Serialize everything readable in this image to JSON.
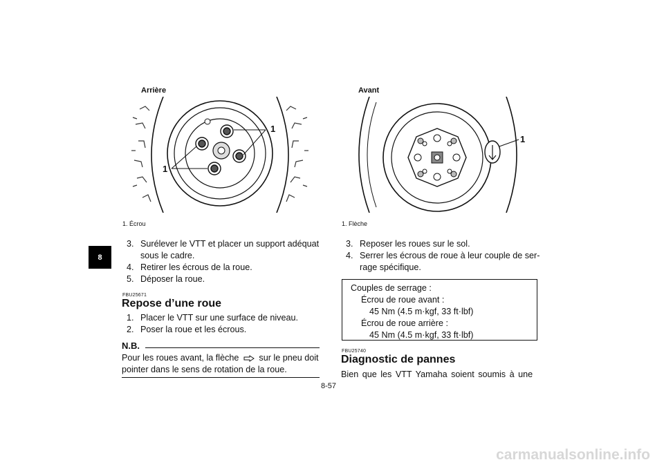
{
  "section_tab": "8",
  "left": {
    "figure": {
      "label": "Arrière",
      "callout": "1",
      "caption_num": "1.",
      "caption_text": "Écrou"
    },
    "steps": [
      {
        "num": "3.",
        "text": "Surélever le VTT et placer un support adéquat",
        "cont": "sous le cadre."
      },
      {
        "num": "4.",
        "text": "Retirer les écrous de la roue."
      },
      {
        "num": "5.",
        "text": "Déposer la roue."
      }
    ],
    "section_code": "FBU25671",
    "heading": "Repose d’une roue",
    "steps2": [
      {
        "num": "1.",
        "text": "Placer le VTT sur une surface de niveau."
      },
      {
        "num": "2.",
        "text": "Poser la roue et les écrous."
      }
    ],
    "nb_title": "N.B.",
    "nb_line1a": "Pour les roues avant, la flèche",
    "nb_line1b": "sur le pneu doit",
    "nb_line2": "pointer dans le sens de rotation de la roue."
  },
  "right": {
    "figure": {
      "label": "Avant",
      "callout": "1",
      "caption_num": "1.",
      "caption_text": "Flèche"
    },
    "steps": [
      {
        "num": "3.",
        "text": "Reposer les roues sur le sol."
      },
      {
        "num": "4.",
        "text": "Serrer les écrous de roue à leur couple de ser-",
        "cont": "rage spécifique."
      }
    ],
    "torque_box": {
      "title": "Couples de serrage :",
      "front_label": "Écrou de roue avant :",
      "front_value": "45 Nm (4.5 m·kgf, 33 ft·lbf)",
      "rear_label": "Écrou de roue arrière :",
      "rear_value": "45 Nm (4.5 m·kgf, 33 ft·lbf)"
    },
    "section_code": "FBU25740",
    "heading": "Diagnostic de pannes",
    "body": "Bien que les VTT Yamaha soient soumis à une"
  },
  "page_number": "8-57",
  "watermark": "carmanualsonline.info"
}
